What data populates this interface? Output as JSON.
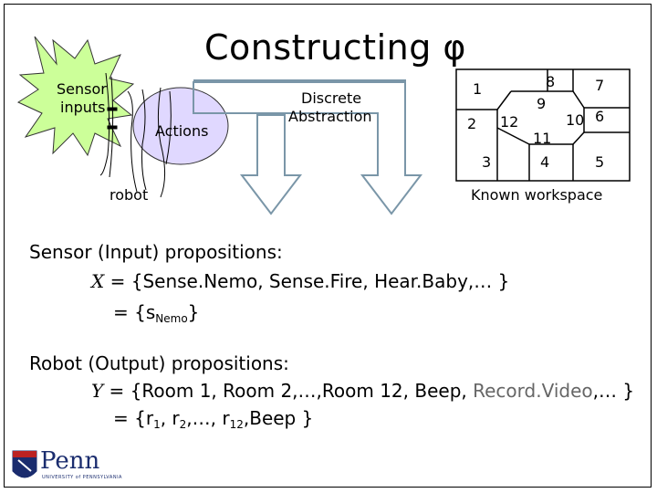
{
  "title": "Constructing φ",
  "diagram": {
    "sensor_label_line1": "Sensor",
    "sensor_label_line2": "inputs",
    "actions_label": "Actions",
    "robot_label": "robot",
    "abstraction_line1": "Discrete",
    "abstraction_line2": "Abstraction",
    "workspace_label": "Known workspace",
    "room_numbers": [
      "1",
      "2",
      "3",
      "4",
      "5",
      "6",
      "7",
      "8",
      "9",
      "10",
      "11",
      "12"
    ]
  },
  "sensor_props": {
    "heading": "Sensor (Input) propositions:",
    "var": "X",
    "set_text": " = {Sense.Nemo, Sense.Fire, Hear.Baby,… }",
    "eq_prefix": "= {s",
    "eq_sub": "Nemo",
    "eq_suffix": "}"
  },
  "robot_props": {
    "heading": "Robot (Output) propositions:",
    "var": "Y",
    "set_prefix": " = {Room 1, Room 2,…,Room 12, Beep, ",
    "set_grey": "Record.Video",
    "set_suffix": ",… }",
    "eq_prefix": "= {r",
    "eq_sub1": "1",
    "eq_mid1": ", r",
    "eq_sub2": "2",
    "eq_mid2": ",…, r",
    "eq_sub3": "12",
    "eq_suffix": ",Beep }"
  },
  "logo": {
    "text": "Penn",
    "caption": "UNIVERSITY of PENNSYLVANIA"
  },
  "colors": {
    "burst": "#ccff99",
    "actions_ellipse": "#e0d8ff",
    "arrow_stroke": "#7a96a8",
    "grey_text": "#666666"
  }
}
